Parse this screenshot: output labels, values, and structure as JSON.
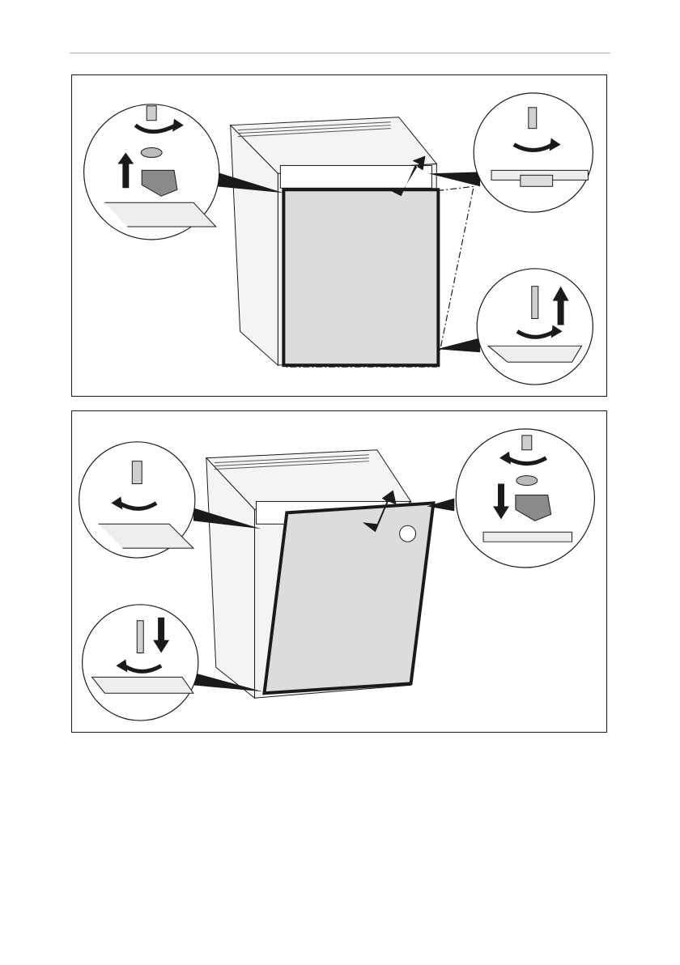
{
  "page": {
    "figures": [
      {
        "id": "figure-remove-door",
        "callouts": 3
      },
      {
        "id": "figure-refit-door",
        "callouts": 3
      }
    ]
  },
  "colors": {
    "ink": "#1a1a1a",
    "door_fill": "#dcdcdc",
    "cabinet_fill": "#f4f4f4",
    "rule": "#b3b3b3"
  }
}
